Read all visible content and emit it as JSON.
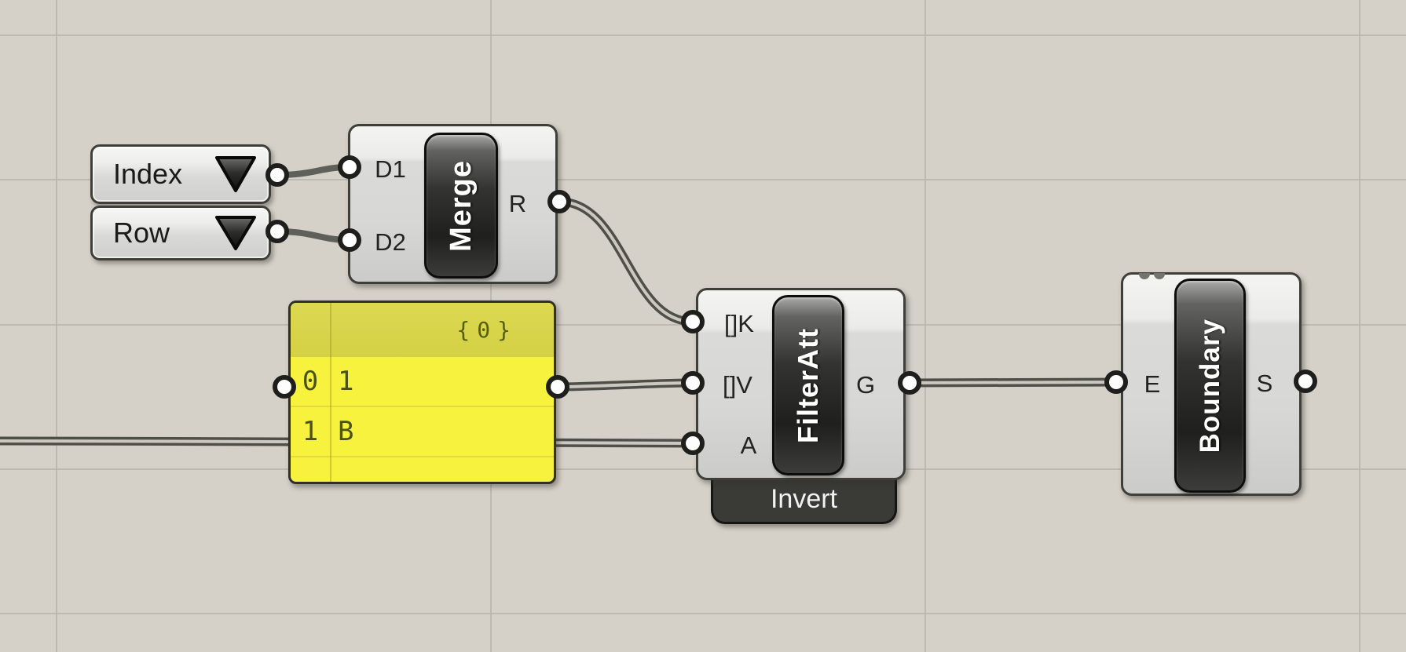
{
  "canvas": {
    "background_color": "#d5d1c8",
    "grid_color": "#b5b2aa"
  },
  "value_lists": {
    "index": {
      "label": "Index"
    },
    "row": {
      "label": "Row"
    }
  },
  "merge": {
    "name": "Merge",
    "input_d1": "D1",
    "input_d2": "D2",
    "output_r": "R"
  },
  "panel": {
    "path_header": "{0}",
    "rows": [
      {
        "index": "0",
        "value": "1"
      },
      {
        "index": "1",
        "value": "B"
      }
    ]
  },
  "filter_att": {
    "name": "FilterAtt",
    "input_keys": "[]K",
    "input_values": "[]V",
    "input_attributes": "A",
    "output_geometry": "G",
    "option_tag": "Invert"
  },
  "boundary": {
    "name": "Boundary",
    "input_e": "E",
    "output_s": "S"
  },
  "colors": {
    "panel_body": "#f6f23d",
    "panel_header": "#d8d44a",
    "component_capsule": "#2d2d2b",
    "wire": "#4f4f49",
    "component_border": "#3f3f39"
  }
}
